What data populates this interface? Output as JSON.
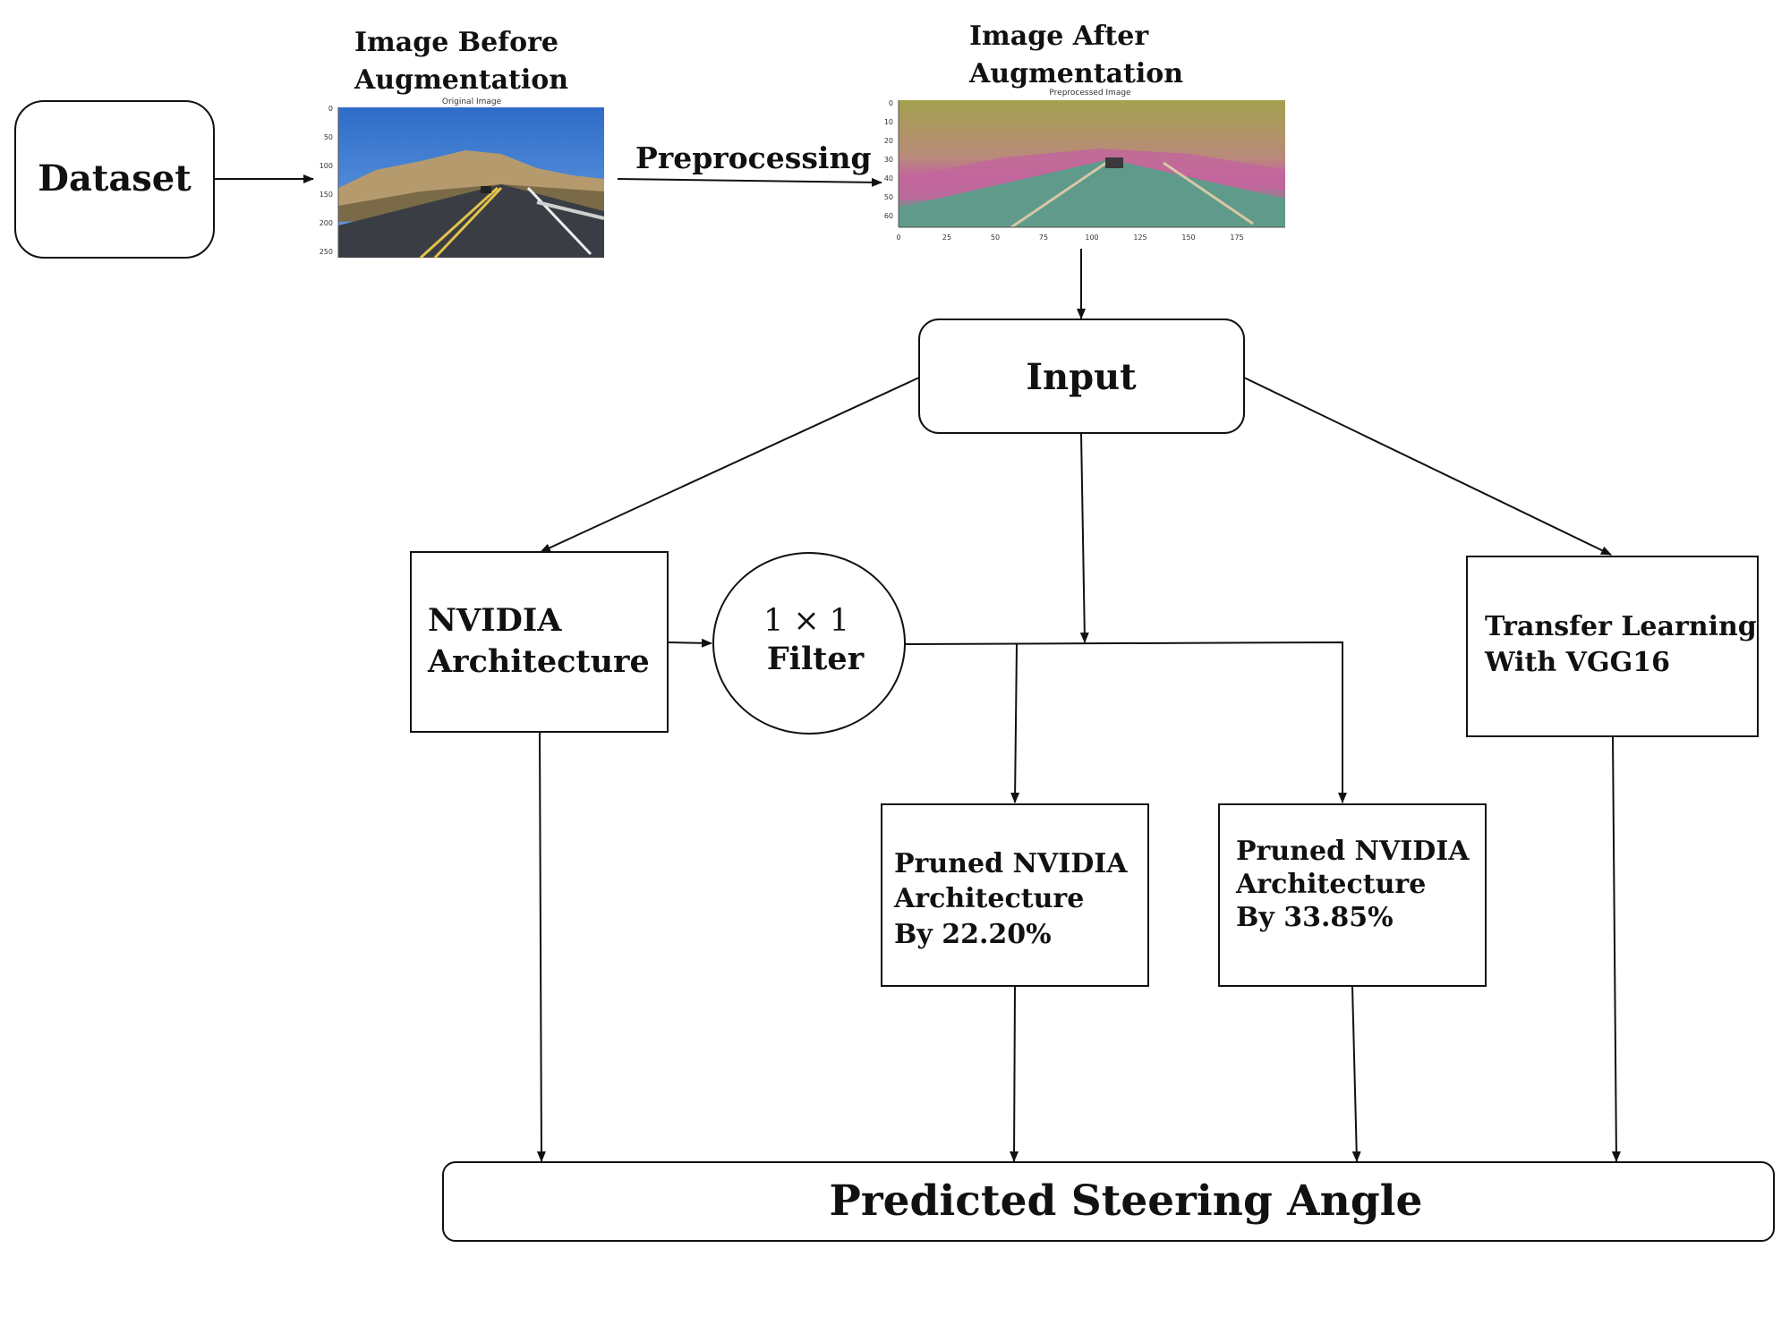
{
  "nodes": {
    "dataset": "Dataset",
    "image_before": [
      "Image Before",
      "Augmentation"
    ],
    "preprocessing": "Preprocessing",
    "image_after": [
      "Image After",
      "Augmentation"
    ],
    "input": "Input",
    "nvidia": [
      "NVIDIA",
      "Architecture"
    ],
    "filter": [
      "1 × 1",
      "Filter"
    ],
    "transfer": [
      "Transfer Learning",
      "With VGG16"
    ],
    "pruned_a": [
      "Pruned NVIDIA",
      "Architecture",
      "By 22.20%"
    ],
    "pruned_b": [
      "Pruned NVIDIA",
      "Architecture",
      "By 33.85%"
    ],
    "output": "Predicted Steering Angle"
  },
  "thumbnails": {
    "original": {
      "title": "Original Image",
      "y_ticks": [
        "0",
        "50",
        "100",
        "150",
        "200",
        "250"
      ]
    },
    "preprocessed": {
      "title": "Preprocessed Image",
      "y_ticks": [
        "0",
        "10",
        "20",
        "30",
        "40",
        "50",
        "60"
      ],
      "x_ticks": [
        "0",
        "25",
        "50",
        "75",
        "100",
        "125",
        "150",
        "175"
      ]
    }
  },
  "colors": {
    "stroke": "#111111",
    "sky": "#3f7fd6",
    "hill": "#b59a6e",
    "road": "#3b3d44",
    "prep_top": "#9a9a52",
    "prep_mid": "#c06a9a",
    "prep_road": "#5f9a8a"
  }
}
